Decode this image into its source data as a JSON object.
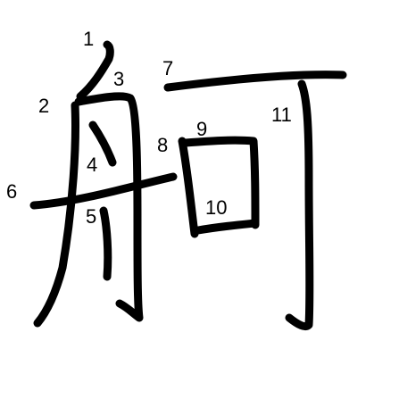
{
  "character": {
    "stroke_color": "#000000",
    "background": "#ffffff",
    "stroke_numbers": [
      "1",
      "2",
      "3",
      "4",
      "5",
      "6",
      "7",
      "8",
      "9",
      "10",
      "11"
    ]
  }
}
